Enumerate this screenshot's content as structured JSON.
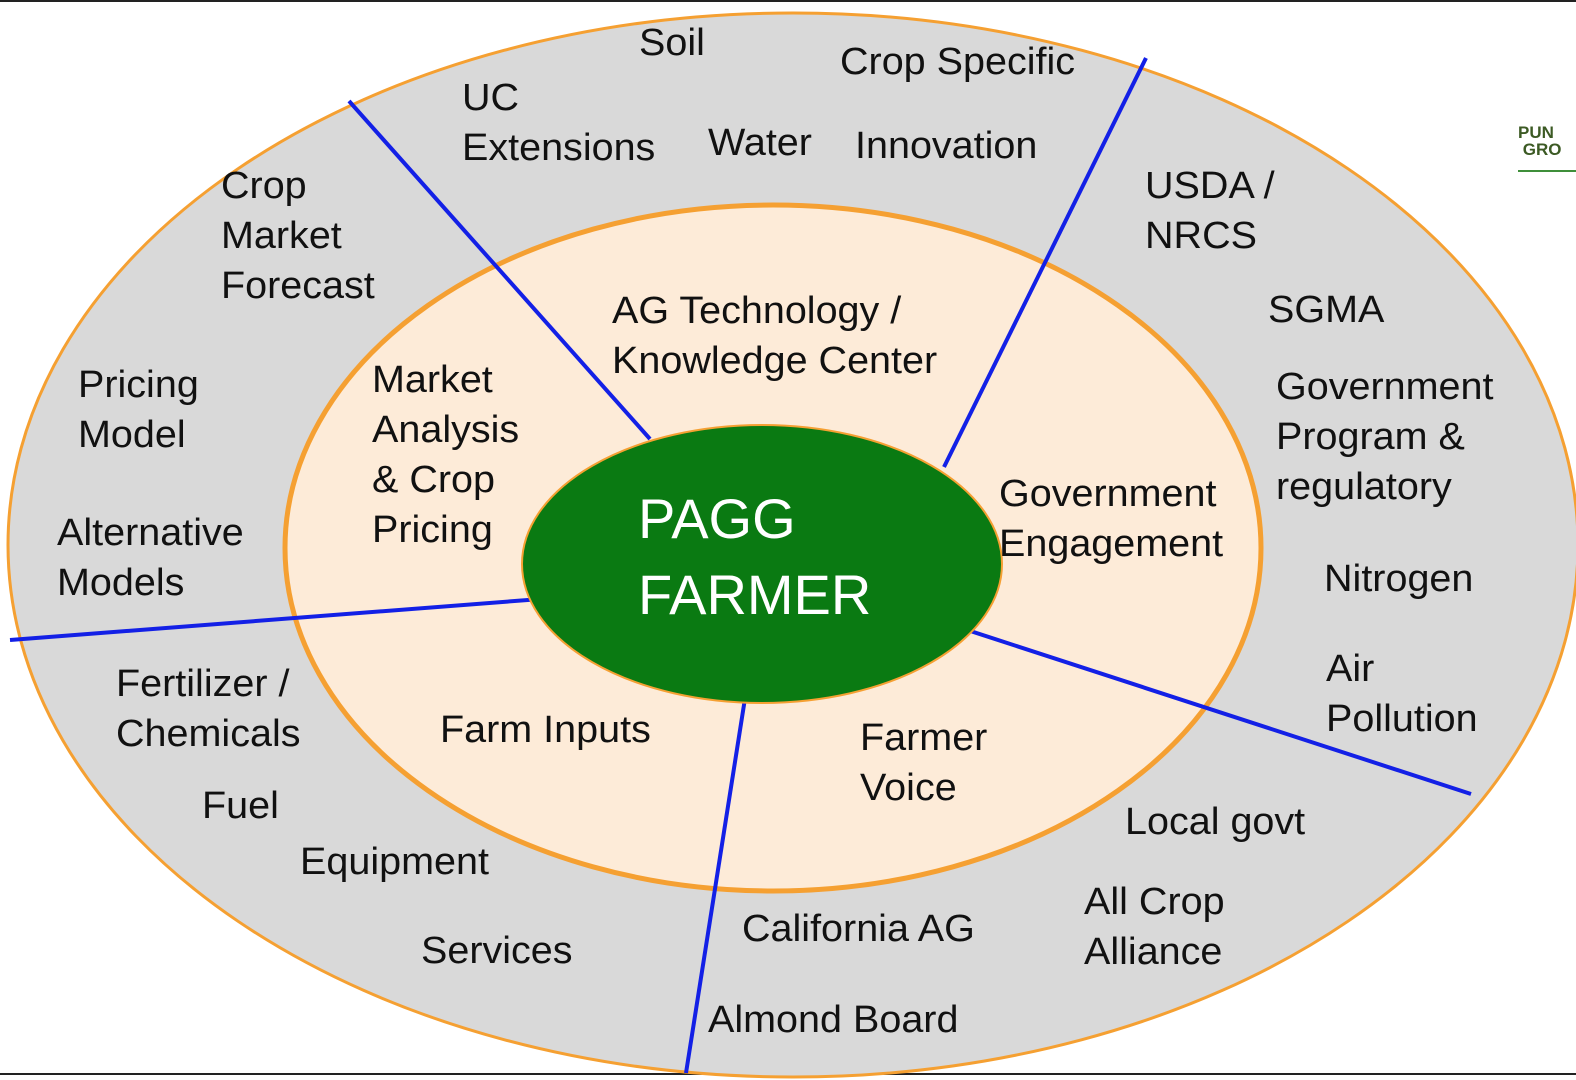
{
  "center": {
    "line1": "PAGG",
    "line2": "FARMER"
  },
  "inner_sectors": {
    "ag_tech": "AG Technology /\nKnowledge Center",
    "market": "Market\nAnalysis\n& Crop\nPricing",
    "government": "Government\nEngagement",
    "farm_inputs": "Farm Inputs",
    "farmer_voice": "Farmer\nVoice"
  },
  "outer_labels": {
    "soil": "Soil",
    "crop_specific": "Crop Specific",
    "uc_extensions": "UC\nExtensions",
    "water": "Water",
    "innovation": "Innovation",
    "crop_market_forecast": "Crop\nMarket\nForecast",
    "pricing_model": "Pricing\nModel",
    "alternative_models": "Alternative\nModels",
    "usda_nrcs": "USDA /\nNRCS",
    "sgma": "SGMA",
    "gov_program": "Government\nProgram &\nregulatory",
    "nitrogen": "Nitrogen",
    "air_pollution": "Air\nPollution",
    "local_govt": "Local govt",
    "all_crop_alliance": "All Crop\nAlliance",
    "california_ag": "California AG",
    "almond_board": "Almond Board",
    "fertilizer": "Fertilizer /\nChemicals",
    "fuel": "Fuel",
    "equipment": "Equipment",
    "services": "Services"
  },
  "logo": {
    "text": "PUN\n GRO"
  },
  "colors": {
    "outer_fill": "#d9d9d9",
    "ring_stroke": "#f5a032",
    "inner_fill": "#fdebd8",
    "center_fill": "#0a7a12",
    "divider": "#1320e6"
  }
}
